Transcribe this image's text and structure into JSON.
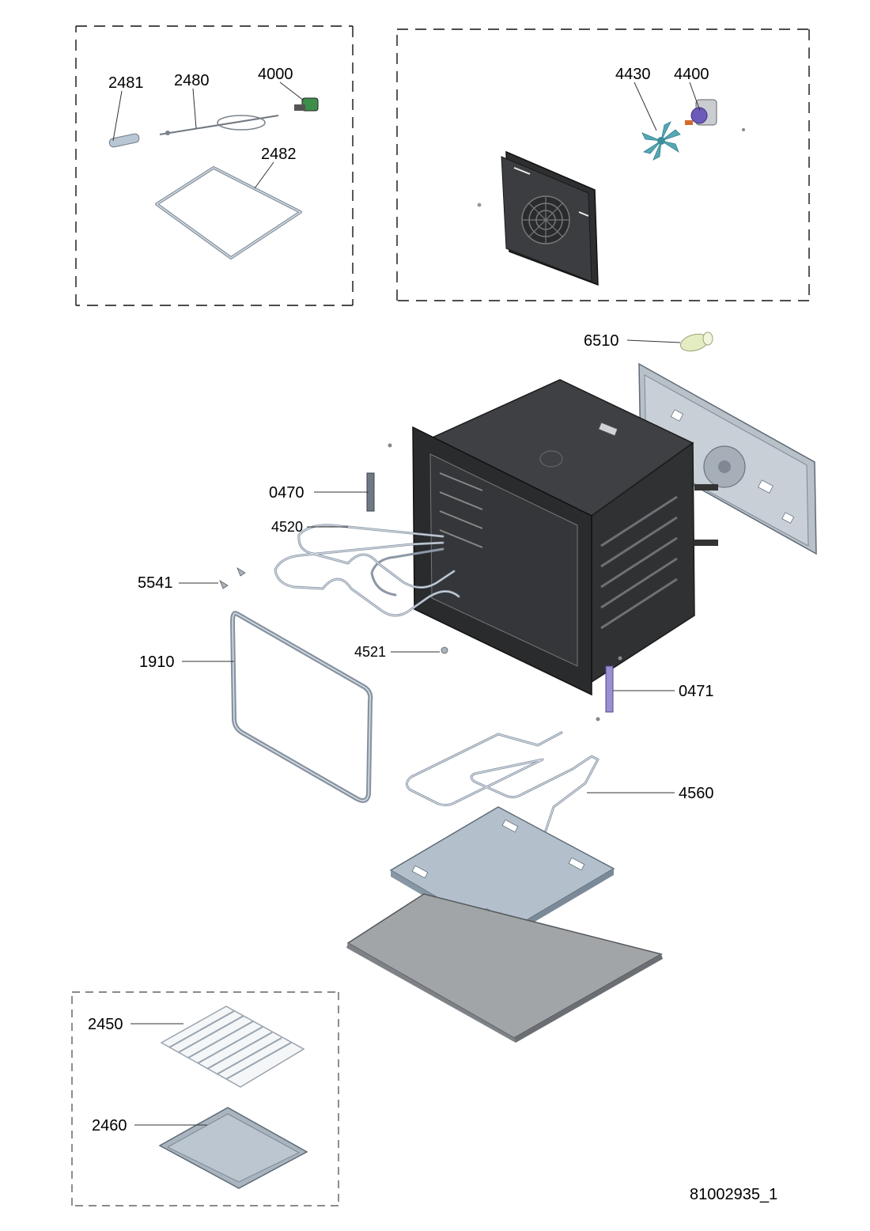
{
  "diagram": {
    "parts": {
      "p2481": "2481",
      "p2480": "2480",
      "p4000": "4000",
      "p2482": "2482",
      "p4430": "4430",
      "p4400": "4400",
      "p6510": "6510",
      "p0470": "0470",
      "p4520": "4520",
      "p5541": "5541",
      "p1910": "1910",
      "p4521": "4521",
      "p0471": "0471",
      "p4560": "4560",
      "p2450": "2450",
      "p2460": "2460"
    },
    "drawing_number": "81002935_1"
  },
  "colors": {
    "cavity": "#3b3d40",
    "cavity_dark": "#2a2b2d",
    "steel": "#aeb6bf",
    "fan_blade": "#54a9b5",
    "motor": "#6c5bb8",
    "lamp": "#e4ecc2",
    "tray": "#a9b4bf"
  }
}
